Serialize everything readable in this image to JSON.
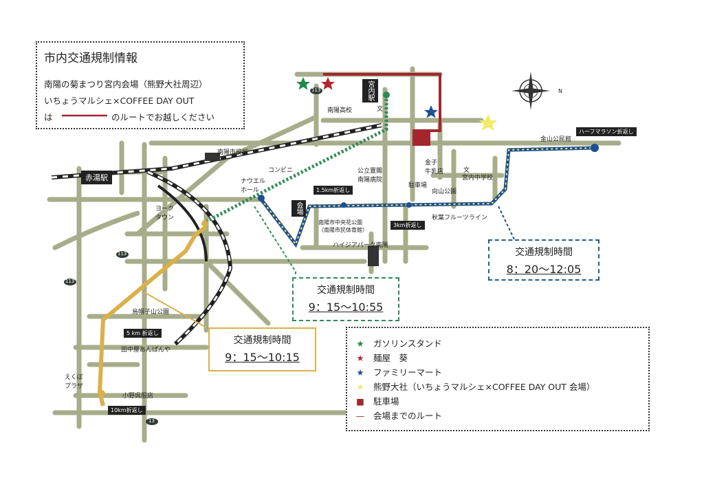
{
  "info": {
    "title": "市内交通規制情報",
    "line1": "南陽の菊まつり宮内会場（熊野大社周辺）",
    "line2": "いちょうマルシェ×COFFEE DAY OUT",
    "line3_a": "は",
    "line3_b": "のルートでお越しください"
  },
  "regulations": [
    {
      "heading": "交通規制時間",
      "time": "8：20〜12:05",
      "color": "#1e5f91"
    },
    {
      "heading": "交通規制時間",
      "time": "9：15〜10:55",
      "color": "#2e8b57"
    },
    {
      "heading": "交通規制時間",
      "time": "9：15〜10:15",
      "color": "#d9b04a"
    }
  ],
  "legend": [
    {
      "icon": "star-icon",
      "color": "#1f8a4c",
      "label": "ガソリンスタンド"
    },
    {
      "icon": "star-icon",
      "color": "#b5262f",
      "label": "麺屋　葵"
    },
    {
      "icon": "star-icon",
      "color": "#1e4f8f",
      "label": "ファミリーマート"
    },
    {
      "icon": "star-icon",
      "color": "#f2ea6a",
      "label": "熊野大社（いちょうマルシェ×COFFEE DAY OUT 会場）"
    },
    {
      "icon": "square-icon",
      "color": "#a3262f",
      "label": "駐車場"
    },
    {
      "icon": "line-icon",
      "color": "#a3262f",
      "label": "会場までのルート"
    }
  ],
  "places": {
    "akayu_station": "赤湯駅",
    "miyauchi_station": "宮内駅",
    "city_hall": "南陽市役所",
    "nanyo_hs": "南陽高校",
    "convenience": "コンビニ",
    "nauel_hall": "ナウエル\nホール",
    "york_town": "ヨーク\nタウン",
    "hospital": "公立置賜\n南陽病院",
    "kaneko_shop": "金子\n牛乳店",
    "parking": "駐車場",
    "mukai_park": "向山公園",
    "miyauchi_jhs": "宮内中学校",
    "kanayama_kominkan": "金山公民館",
    "akiha_fruit_line": "秋葉フルーツライン",
    "central_park": "南陽市中央花公園\n（南陽市民体育館）",
    "highjia_park": "ハイジアパーク南陽",
    "eboshiyama_park": "烏帽子山公園",
    "tanakaya": "田中屋あんぱんや",
    "ekubo_plaza": "えくぼ\nプラザ",
    "onogofuku": "小野呉服店",
    "venue": "会場",
    "bun": "文"
  },
  "turns": {
    "half_marathon": "ハーフマラソン折返し",
    "t15": "1.5km折返し",
    "t3": "3km折返し",
    "t5": "5 km 折返し",
    "t10": "10km折返し"
  },
  "routes": {
    "r113": "113",
    "r13": "13"
  },
  "compass": {
    "north": "N"
  }
}
